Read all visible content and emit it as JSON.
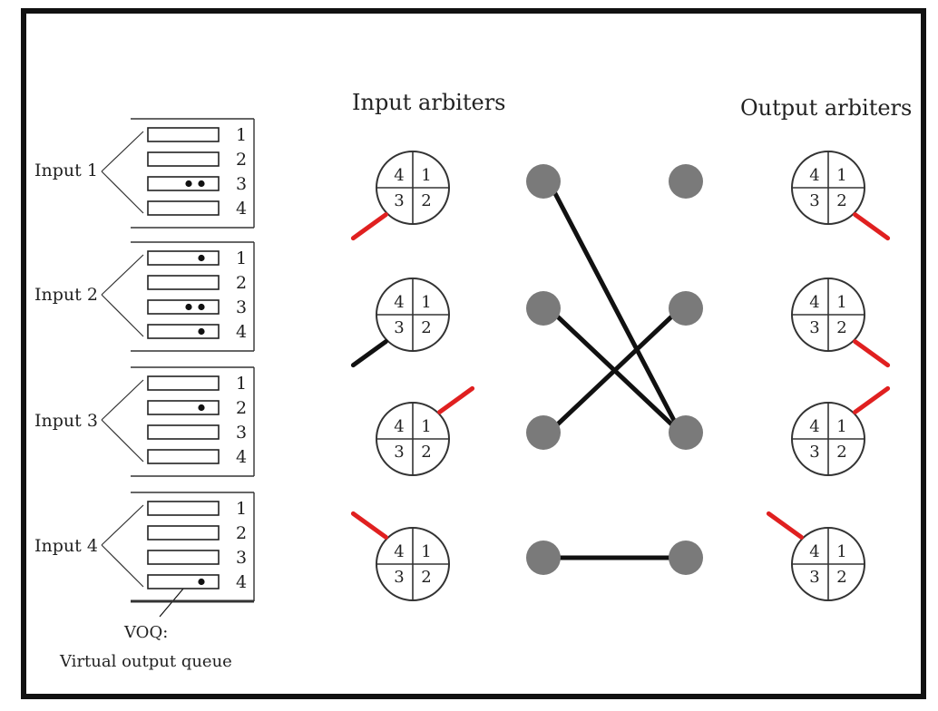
{
  "titles": {
    "input_arbiters": "Input arbiters",
    "output_arbiters": "Output  arbiters"
  },
  "inputs": [
    {
      "label": "Input 1",
      "queues": [
        {
          "number": "1",
          "packets": 0
        },
        {
          "number": "2",
          "packets": 0
        },
        {
          "number": "3",
          "packets": 2
        },
        {
          "number": "4",
          "packets": 0
        }
      ]
    },
    {
      "label": "Input 2",
      "queues": [
        {
          "number": "1",
          "packets": 1
        },
        {
          "number": "2",
          "packets": 0
        },
        {
          "number": "3",
          "packets": 2
        },
        {
          "number": "4",
          "packets": 1
        }
      ]
    },
    {
      "label": "Input 3",
      "queues": [
        {
          "number": "1",
          "packets": 0
        },
        {
          "number": "2",
          "packets": 1
        },
        {
          "number": "3",
          "packets": 0
        },
        {
          "number": "4",
          "packets": 0
        }
      ]
    },
    {
      "label": "Input 4",
      "queues": [
        {
          "number": "1",
          "packets": 0
        },
        {
          "number": "2",
          "packets": 0
        },
        {
          "number": "3",
          "packets": 0
        },
        {
          "number": "4",
          "packets": 1
        }
      ]
    }
  ],
  "voq_note": {
    "line1": "VOQ:",
    "line2": "Virtual output queue"
  },
  "arbiter_quadrants": [
    "4",
    "1",
    "3",
    "2"
  ],
  "input_arbiters": [
    {
      "pointer_quadrant": "3",
      "pointer_color": "#e02020"
    },
    {
      "pointer_quadrant": "3",
      "pointer_color": "#111111"
    },
    {
      "pointer_quadrant": "1",
      "pointer_color": "#e02020"
    },
    {
      "pointer_quadrant": "4",
      "pointer_color": "#e02020"
    }
  ],
  "output_arbiters": [
    {
      "pointer_quadrant": "2",
      "pointer_color": "#e02020"
    },
    {
      "pointer_quadrant": "2",
      "pointer_color": "#e02020"
    },
    {
      "pointer_quadrant": "1",
      "pointer_color": "#e02020"
    },
    {
      "pointer_quadrant": "4",
      "pointer_color": "#e02020"
    }
  ],
  "connections": [
    {
      "from_input": 1,
      "to_output": 3
    },
    {
      "from_input": 2,
      "to_output": 3
    },
    {
      "from_input": 3,
      "to_output": 2
    },
    {
      "from_input": 4,
      "to_output": 4
    }
  ],
  "colors": {
    "node_fill": "#7a7a7a",
    "line": "#111111",
    "pointer_red": "#e02020",
    "frame": "#111111"
  }
}
